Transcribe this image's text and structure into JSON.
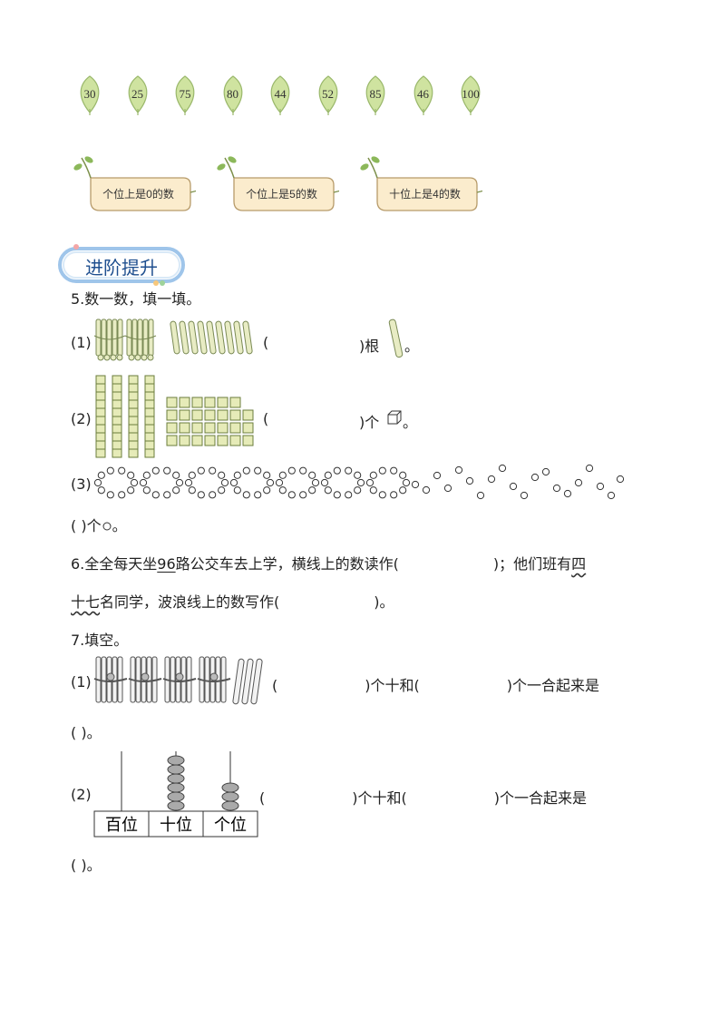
{
  "leaves": [
    "30",
    "25",
    "75",
    "80",
    "44",
    "52",
    "85",
    "46",
    "100"
  ],
  "tags": [
    "个位上是0的数",
    "个位上是5的数",
    "十位上是4的数"
  ],
  "section_title": "进阶提升",
  "q5": {
    "title": "5.数一数，填一填。",
    "p1_label": "(1)",
    "p1_open": "(",
    "p1_close": ")根",
    "p1_end": "。",
    "p2_label": "(2)",
    "p2_open": "(",
    "p2_close": ")个",
    "p2_end": "。",
    "p3_label": "(3)",
    "p3_answer": "(            )个",
    "p3_end": "。"
  },
  "q6": {
    "line1_a": "6.全全每天坐",
    "line1_num": "96",
    "line1_b": "路公交车去上学，横线上的数读作(",
    "line1_c": ")；他们班有",
    "line1_wavy": "四",
    "line2_wavy": "十七",
    "line2_b": "名同学，波浪线上的数写作(",
    "line2_c": ")。"
  },
  "q7": {
    "title": "7.填空。",
    "p1_label": "(1)",
    "p1_text_a": "(",
    "p1_text_b": ")个十和(",
    "p1_text_c": ")个一合起来是",
    "p1_answer": "(            )。",
    "p2_label": "(2)",
    "p2_text_a": "(",
    "p2_text_b": ")个十和(",
    "p2_text_c": ")个一合起来是",
    "p2_answer": "(            )。",
    "abacus_labels": [
      "百位",
      "十位",
      "个位"
    ]
  }
}
